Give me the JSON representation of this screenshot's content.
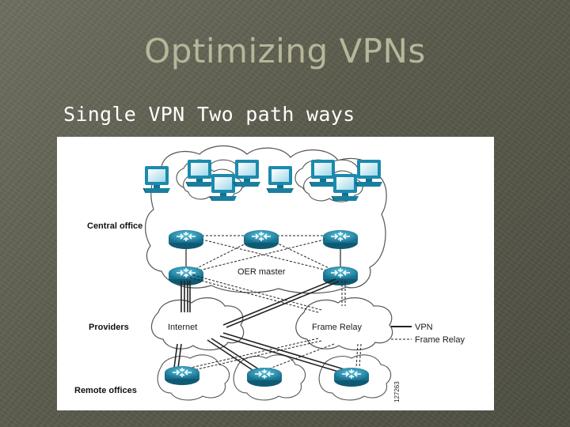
{
  "slide": {
    "title": "Optimizing VPNs",
    "subtitle": "Single VPN Two path ways"
  },
  "diagram": {
    "labels": {
      "central_office": "Central office",
      "oer_master": "OER master",
      "providers": "Providers",
      "internet": "Internet",
      "frame_relay": "Frame Relay",
      "remote_offices": "Remote offices"
    },
    "legend": {
      "vpn": "VPN",
      "frame_relay": "Frame Relay"
    },
    "figure_id": "127263",
    "colors": {
      "router": "#1f8fb0",
      "monitor": "#2a9bc0",
      "cloud_outline": "#555555",
      "link": "#222222"
    }
  }
}
